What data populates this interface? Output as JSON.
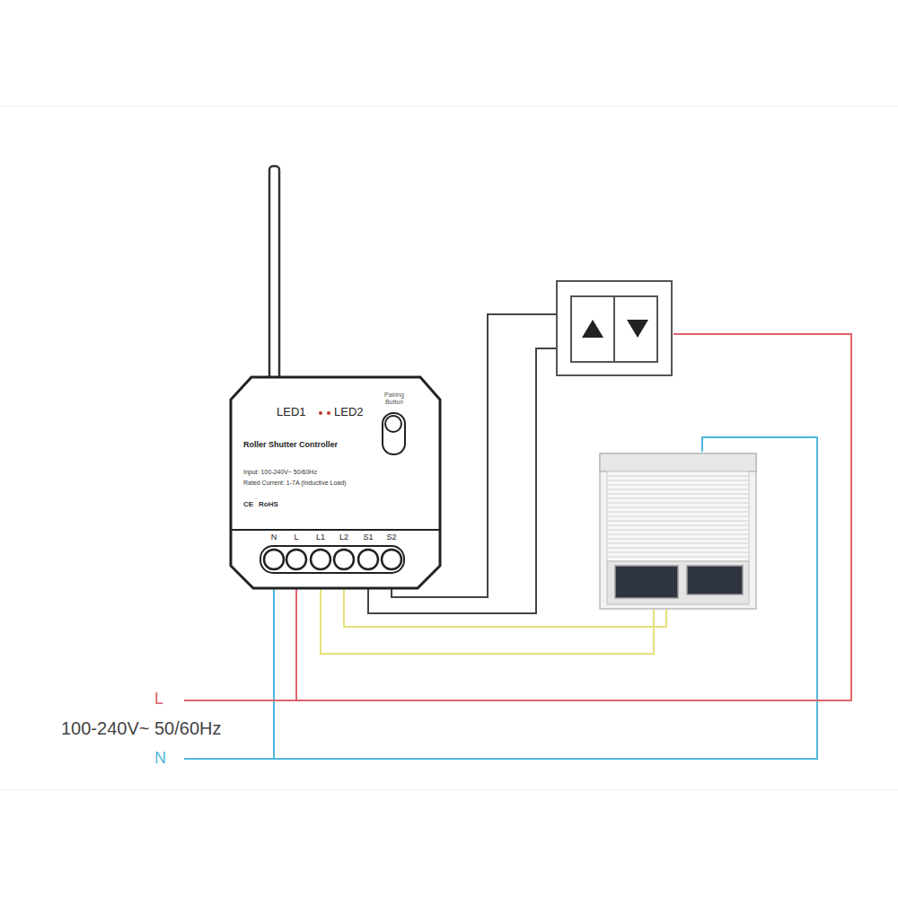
{
  "diagram": {
    "nodes": [
      {
        "text": [
          "Roller Shutter Controller",
          "Input: 100-240V~ 50/60Hz",
          "Rated Current: 1-7A (Inductive Load)"
        ]
      }
    ],
    "labels": [
      "LED1",
      "LED2",
      "Pairing Button",
      "CE",
      "RoHS",
      "N",
      "L",
      "L1",
      "L2",
      "S1",
      "S2",
      "L",
      "100-240V~ 50/60Hz",
      "N"
    ]
  }
}
